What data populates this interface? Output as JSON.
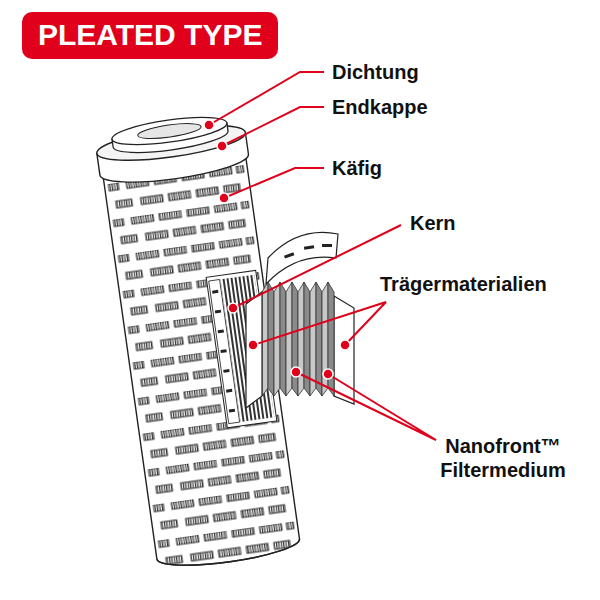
{
  "diagram": {
    "title": "PLEATED TYPE",
    "labels": [
      "Dichtung",
      "Endkappe",
      "Käfig",
      "Kern",
      "Trägermaterialien",
      "Nanofront™ Filtermedium"
    ]
  }
}
